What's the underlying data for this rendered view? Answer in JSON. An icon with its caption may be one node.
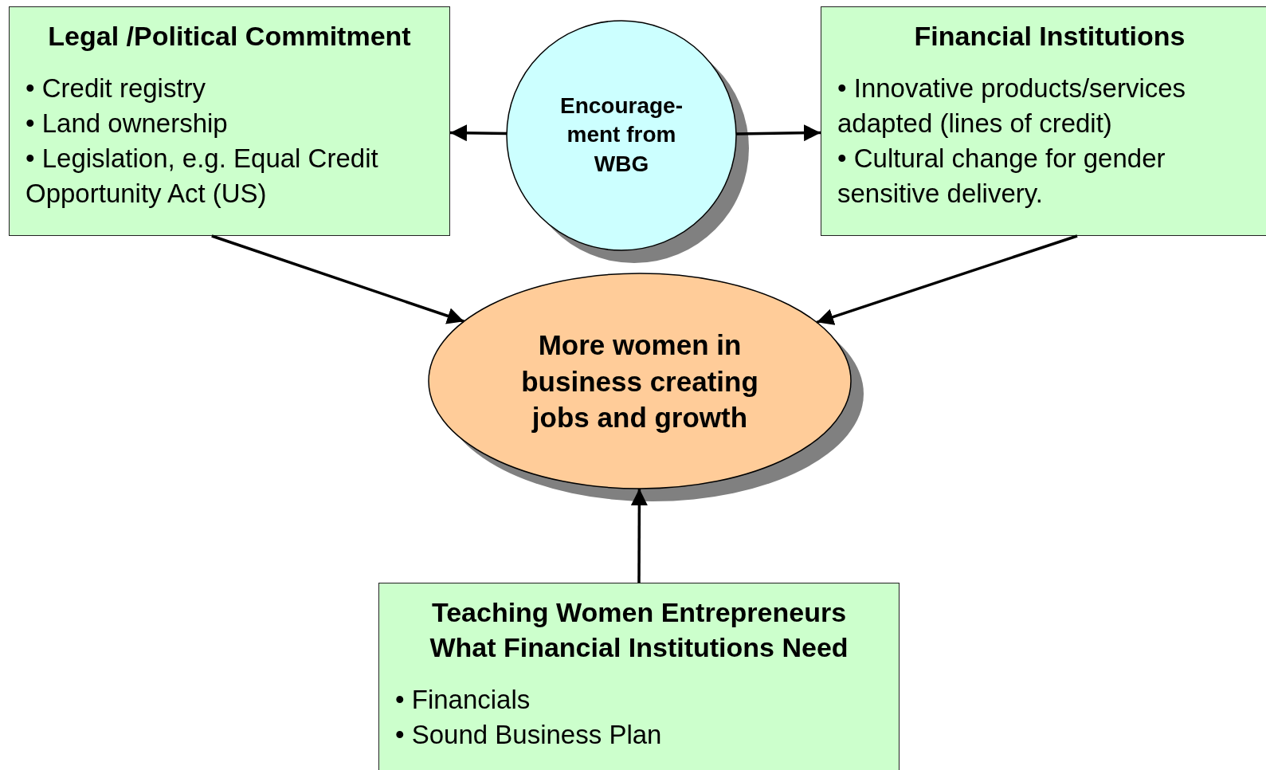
{
  "diagram": {
    "nodes": [
      {
        "text": [
          "Legal /Political Commitment",
          "• Credit registry",
          "• Land ownership",
          "• Legislation, e.g. Equal Credit Opportunity Act (US)"
        ]
      },
      {
        "text": [
          "Encourage-ment from WBG"
        ]
      },
      {
        "text": [
          "Financial Institutions",
          "• Innovative products/services adapted (lines of credit)",
          "• Cultural change for gender sensitive delivery."
        ]
      },
      {
        "text": [
          "More women in business creating jobs and growth"
        ]
      },
      {
        "text": [
          "Teaching Women Entrepreneurs What Financial Institutions Need",
          "• Financials",
          "• Sound Business Plan"
        ]
      }
    ],
    "edges": [
      {
        "from": 1,
        "to": 0,
        "arrow": "to"
      },
      {
        "from": 1,
        "to": 2,
        "arrow": "to"
      },
      {
        "from": 0,
        "to": 3,
        "arrow": "to"
      },
      {
        "from": 2,
        "to": 3,
        "arrow": "to"
      },
      {
        "from": 4,
        "to": 3,
        "arrow": "to"
      }
    ]
  }
}
